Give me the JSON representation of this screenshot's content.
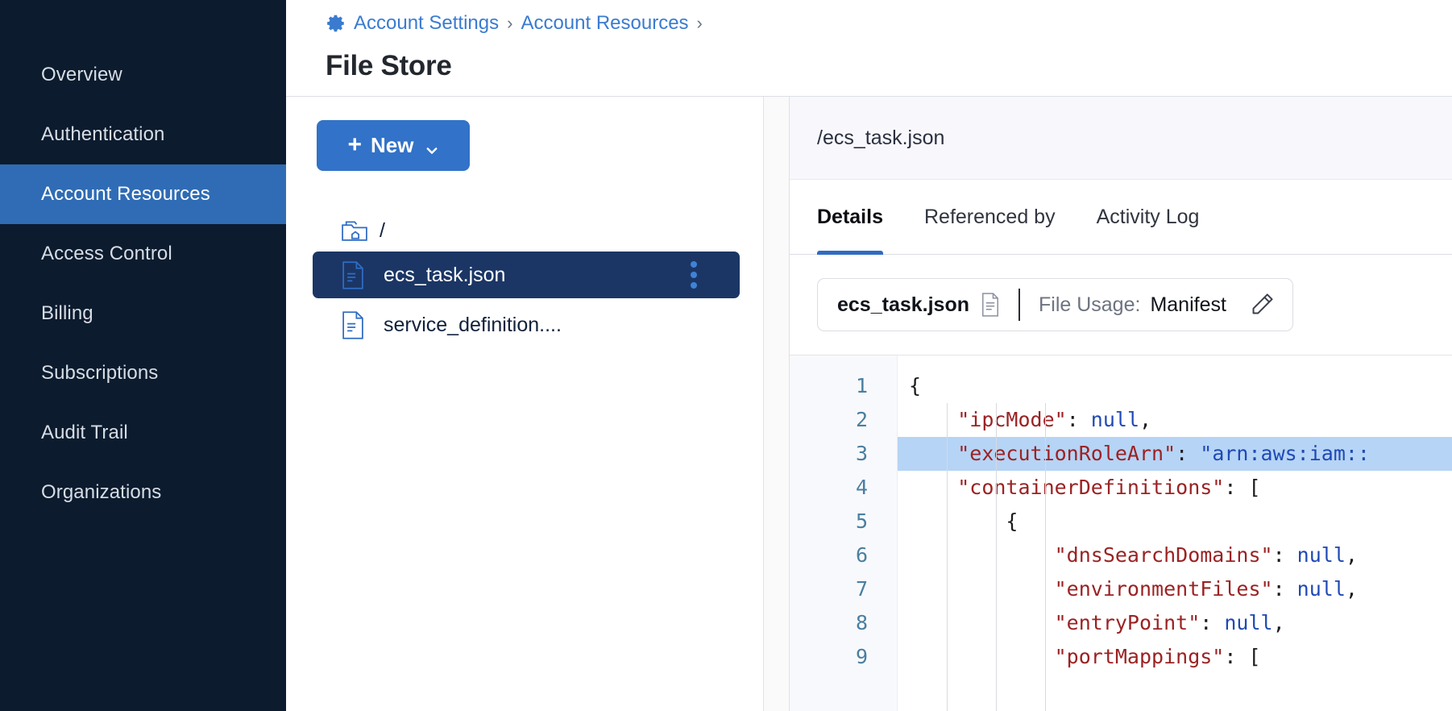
{
  "sidebar": {
    "items": [
      {
        "label": "Overview",
        "active": false
      },
      {
        "label": "Authentication",
        "active": false
      },
      {
        "label": "Account Resources",
        "active": true
      },
      {
        "label": "Access Control",
        "active": false
      },
      {
        "label": "Billing",
        "active": false
      },
      {
        "label": "Subscriptions",
        "active": false
      },
      {
        "label": "Audit Trail",
        "active": false
      },
      {
        "label": "Organizations",
        "active": false
      }
    ]
  },
  "header": {
    "breadcrumb_icon": "gear-icon",
    "breadcrumb": [
      "Account Settings",
      "Account Resources"
    ],
    "separator": "›",
    "title": "File Store"
  },
  "tree_pane": {
    "new_button": {
      "label": "New",
      "plus": "+",
      "chevron": "chevron-down-icon"
    },
    "root": {
      "label": "/",
      "icon": "folder-home-icon"
    },
    "files": [
      {
        "name": "ecs_task.json",
        "icon": "file-json-icon",
        "selected": true,
        "menu": "kebab-menu-icon"
      },
      {
        "name": "service_definition....",
        "icon": "file-json-icon",
        "selected": false
      }
    ]
  },
  "details": {
    "path": "/ecs_task.json",
    "tabs": [
      {
        "label": "Details",
        "active": true
      },
      {
        "label": "Referenced by",
        "active": false
      },
      {
        "label": "Activity Log",
        "active": false
      }
    ],
    "usage_card": {
      "file_name": "ecs_task.json",
      "doc_icon": "document-icon",
      "usage_label": "File Usage:",
      "usage_value": "Manifest",
      "edit_icon": "pencil-icon"
    }
  },
  "code": {
    "highlight_line": 3,
    "lines": [
      {
        "n": 1,
        "indent": 0,
        "parts": [
          {
            "t": "punc",
            "s": "{"
          }
        ]
      },
      {
        "n": 2,
        "indent": 1,
        "parts": [
          {
            "t": "key",
            "s": "\"ipcMode\""
          },
          {
            "t": "punc",
            "s": ": "
          },
          {
            "t": "val",
            "s": "null"
          },
          {
            "t": "punc",
            "s": ","
          }
        ]
      },
      {
        "n": 3,
        "indent": 1,
        "parts": [
          {
            "t": "key",
            "s": "\"executionRoleArn\""
          },
          {
            "t": "punc",
            "s": ": "
          },
          {
            "t": "str",
            "s": "\"arn:aws:iam::"
          }
        ]
      },
      {
        "n": 4,
        "indent": 1,
        "parts": [
          {
            "t": "key",
            "s": "\"containerDefinitions\""
          },
          {
            "t": "punc",
            "s": ": ["
          }
        ]
      },
      {
        "n": 5,
        "indent": 2,
        "parts": [
          {
            "t": "punc",
            "s": "{"
          }
        ]
      },
      {
        "n": 6,
        "indent": 3,
        "parts": [
          {
            "t": "key",
            "s": "\"dnsSearchDomains\""
          },
          {
            "t": "punc",
            "s": ": "
          },
          {
            "t": "val",
            "s": "null"
          },
          {
            "t": "punc",
            "s": ","
          }
        ]
      },
      {
        "n": 7,
        "indent": 3,
        "parts": [
          {
            "t": "key",
            "s": "\"environmentFiles\""
          },
          {
            "t": "punc",
            "s": ": "
          },
          {
            "t": "val",
            "s": "null"
          },
          {
            "t": "punc",
            "s": ","
          }
        ]
      },
      {
        "n": 8,
        "indent": 3,
        "parts": [
          {
            "t": "key",
            "s": "\"entryPoint\""
          },
          {
            "t": "punc",
            "s": ": "
          },
          {
            "t": "val",
            "s": "null"
          },
          {
            "t": "punc",
            "s": ","
          }
        ]
      },
      {
        "n": 9,
        "indent": 3,
        "parts": [
          {
            "t": "key",
            "s": "\"portMappings\""
          },
          {
            "t": "punc",
            "s": ": ["
          }
        ]
      }
    ]
  },
  "colors": {
    "sidebar_bg": "#0c1b2e",
    "sidebar_active": "#2f6cb5",
    "accent_blue": "#3272c8",
    "link_blue": "#3a7bd0",
    "selected_row": "#1b3665",
    "code_key": "#9b2223",
    "code_value": "#1f49b5",
    "code_highlight": "#b6d4f5"
  }
}
